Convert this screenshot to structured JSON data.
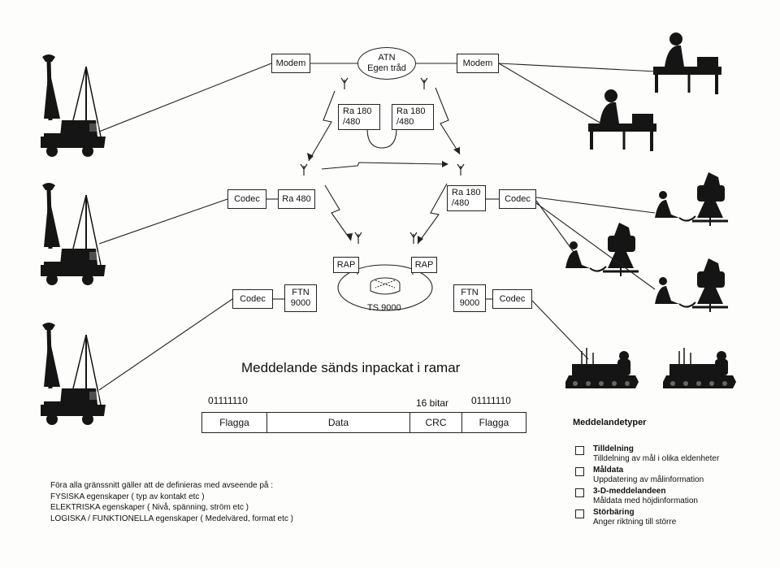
{
  "diagram": {
    "modem_left": "Modem",
    "modem_right": "Modem",
    "atn_line1": "ATN",
    "atn_line2": "Egen tråd",
    "radio_top_left": "Ra 180\n/480",
    "radio_top_right": "Ra 180\n/480",
    "codec_mid_left": "Codec",
    "ra480": "Ra 480",
    "radio_mid_right": "Ra 180\n/480",
    "codec_mid_right": "Codec",
    "rap_left": "RAP",
    "rap_right": "RAP",
    "codec_low_left": "Codec",
    "ftn_left": "FTN\n9000",
    "ts9000": "TS 9000",
    "ftn_right": "FTN\n9000",
    "codec_low_right": "Codec"
  },
  "frame": {
    "heading": "Meddelande sänds inpackat i ramar",
    "flag_bits_left": "01111110",
    "crc_bits": "16 bitar",
    "flag_bits_right": "01111110",
    "fields": [
      "Flagga",
      "Data",
      "CRC",
      "Flagga"
    ]
  },
  "footnote": {
    "lines": [
      "Föra alla gränssnitt gäller att de definieras med avseende på :",
      "FYSISKA egenskaper   ( typ av kontakt etc )",
      "ELEKTRISKA egenskaper   ( Nivå, spänning, ström etc )",
      "LOGISKA / FUNKTIONELLA egenskaper   ( Medelväred, format etc )"
    ]
  },
  "message_types": {
    "title": "Meddelandetyper",
    "items": [
      {
        "name": "Tilldelning",
        "desc": "Tilldelning av mål i olika eldenheter"
      },
      {
        "name": "Måldata",
        "desc": "Uppdatering av målinformation"
      },
      {
        "name": "3-D-meddelandeen",
        "desc": "Måldata med höjdinformation"
      },
      {
        "name": "Störbäring",
        "desc": "Anger riktning till större"
      }
    ]
  }
}
